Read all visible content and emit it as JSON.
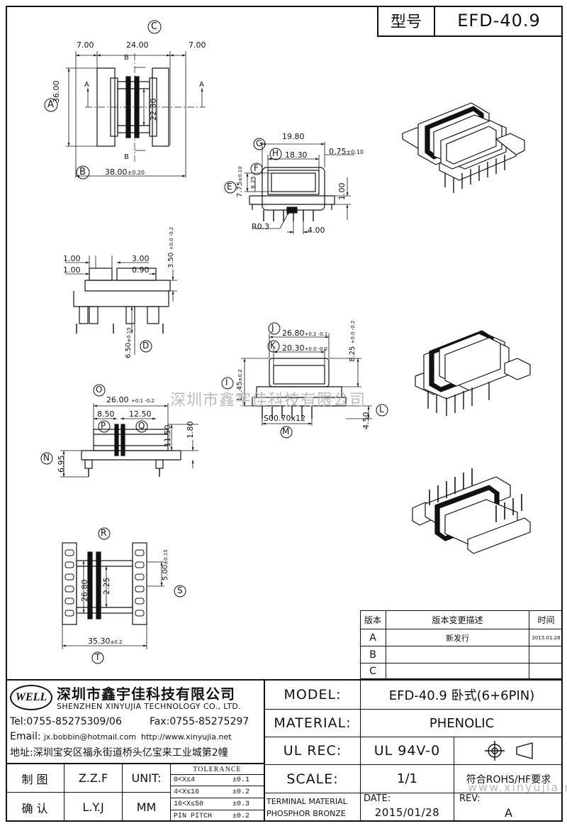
{
  "title_block": {
    "type_label": "型号",
    "type_value": "EFD-40.9"
  },
  "drawing": {
    "view_top": {
      "label_c": "C",
      "label_a": "A",
      "label_b": "B",
      "dim_left": "7.00",
      "dim_mid": "24.00",
      "dim_right": "7.00",
      "dim_height": "36.00",
      "dim_inner": "22.30",
      "dim_width": "38.00",
      "dim_width_tol": "±0.20",
      "sec_a": "A",
      "sec_b": "B"
    },
    "view_front": {
      "label_g": "G",
      "label_h": "H",
      "label_f": "F",
      "label_e": "E",
      "dim_g": "19.80",
      "dim_h": "18.30",
      "dim_t": "0.75",
      "dim_t_tol": "±0.10",
      "dim_f": "7.75",
      "dim_f_tol": "±0.10",
      "dim_e": "8.25",
      "dim_1": "1.00",
      "dim_r": "R0.3",
      "dim_4": "4.00"
    },
    "view_side": {
      "label_d": "D",
      "dim_100a": "1.00",
      "dim_100b": "1.00",
      "dim_300": "3.00",
      "dim_090": "0.90",
      "dim_350": "3.50",
      "dim_350_tol": "+0.0 -0.2",
      "dim_650": "6.50",
      "dim_650_tol": "±0.15"
    },
    "view_section": {
      "label_o": "O",
      "label_p": "P",
      "label_q": "Q",
      "label_n": "N",
      "dim_o": "26.00",
      "dim_o_tol": "+0.1 -0.2",
      "dim_p": "8.50",
      "dim_q": "12.50",
      "dim_1150": "11.50",
      "dim_180": "1.80",
      "dim_695": "6.95"
    },
    "view_bottom_front": {
      "label_j": "J",
      "label_k": "K",
      "label_i": "I",
      "label_l": "L",
      "label_m": "M",
      "dim_j": "26.80",
      "dim_j_tol": "+0.2 -0.1",
      "dim_k": "20.30",
      "dim_k_tol": "+0.0 -0.2",
      "dim_825": "8.25",
      "dim_825_tol": "+0.0 -0.2",
      "dim_i": "13.45",
      "dim_i_tol": "±0.2",
      "dim_450": "4.50",
      "dim_m": "S00.70x12"
    },
    "view_bottom": {
      "label_r": "R",
      "label_s": "S",
      "label_t": "T",
      "dim_2680": "26.80",
      "dim_225": "2.25",
      "dim_500": "5.00",
      "dim_500_tol": "±0.15",
      "dim_3530": "35.30",
      "dim_3530_tol": "±0.2"
    }
  },
  "watermark": "深圳市鑫宇佳科技有限公司",
  "watermark2": "www.xinyujia.net",
  "revision_table": {
    "headers": [
      "版本",
      "版本变更描述",
      "时间"
    ],
    "rows": [
      {
        "rev": "A",
        "desc": "新发行",
        "date": "2015.01.28"
      },
      {
        "rev": "B",
        "desc": "",
        "date": ""
      },
      {
        "rev": "C",
        "desc": "",
        "date": ""
      }
    ]
  },
  "company": {
    "logo_text": "WELL",
    "name_cn": "深圳市鑫宇佳科技有限公司",
    "name_en": "SHENZHEN XINYUJIA TECHNOLOGY CO., LTD.",
    "tel": "Tel:0755-85275309/06",
    "fax": "Fax:0755-85275297",
    "email_label": "Email:",
    "email": "jx.bobbin@hotmail.com",
    "http": "http://www.xinyujia.net",
    "address": "地址:深圳宝安区福永街道桥头亿宝来工业城第2幢"
  },
  "spec": {
    "model_label": "MODEL:",
    "model_value": "EFD-40.9 卧式(6+6PIN)",
    "material_label": "MATERIAL:",
    "material_value": "PHENOLIC",
    "ulrec_label": "UL REC:",
    "ulrec_value": "UL 94V-0",
    "scale_label": "SCALE:",
    "scale_value": "1/1",
    "rohs": "符合ROHS/HF要求",
    "terminal_label1": "TERMINAL MATERIAL",
    "terminal_label2": "PHOSPHOR BRONZE",
    "date_label": "DATE:",
    "date_value": "2015/01/28",
    "rev_label": "REV:",
    "rev_value": "A"
  },
  "signoff": {
    "draw_label": "制 图",
    "draw_value": "Z.Z.F",
    "check_label": "确 认",
    "check_value": "L.Y.J",
    "unit_label": "UNIT:",
    "unit_value": "MM",
    "tol_title": "TOLERANCE",
    "tol_rows": [
      {
        "range": "0<X≤4",
        "tol": "±0.1"
      },
      {
        "range": "4<X≤16",
        "tol": "±0.2"
      },
      {
        "range": "16<X≤50",
        "tol": "±0.3"
      },
      {
        "range": "PIN PITCH",
        "tol": "±0.2"
      }
    ]
  }
}
